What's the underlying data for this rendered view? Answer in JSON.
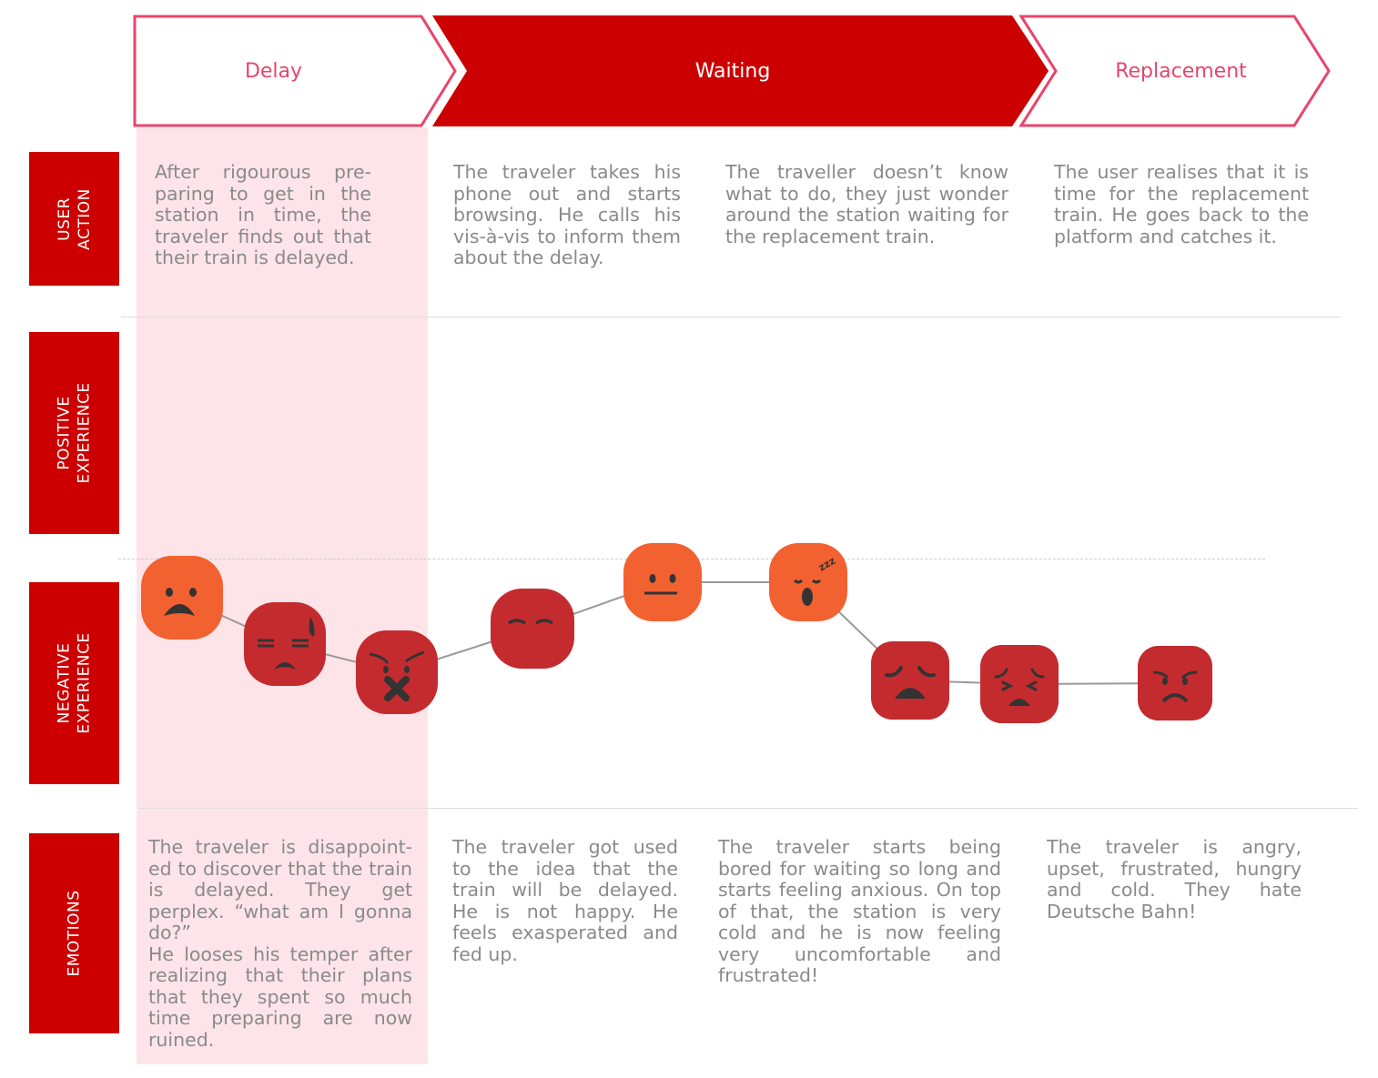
{
  "phases": [
    {
      "label": "Delay"
    },
    {
      "label": "Waiting"
    },
    {
      "label": "Replacement"
    }
  ],
  "rows": {
    "user_action": "USER\nACTION",
    "positive": "POSITIVE\nEXPERIENCE",
    "negative": "NEGATIVE\nEXPERIENCE",
    "emotions": "EMOTIONS"
  },
  "user_actions": [
    "After rigourous pre-paring to get in the station in time, the traveler finds out that their train is delayed.",
    "The traveler takes his phone out and starts browsing. He calls his vis-à-vis to inform them about the delay.",
    "The traveller doesn’t know what to do, they just wonder around the station waiting for the replacement train.",
    "The user realises that it is time for the replacement train. He goes back to the platform and catches it."
  ],
  "emotions": [
    "The traveler is disappoint-ed to discover that the train is delayed. They get perplex. “what am I gonna do?”\nHe looses his temper after realizing that their plans that they spent so much time preparing are now ruined.",
    "The traveler got used to the idea that the train will be delayed. He is not happy. He feels exasperated and fed up.",
    "The traveler starts being bored for waiting so long and starts feeling anxious. On top of that, the station is very cold and he is now feeling very uncomfortable and frustrated!",
    "The traveler is angry, upset, frustrated, hungry and cold. They hate Deutsche Bahn!"
  ],
  "emoji": [
    {
      "icon": "fearful-face-icon",
      "color": "#f26130"
    },
    {
      "icon": "sweat-face-icon",
      "color": "#c32b2f"
    },
    {
      "icon": "silenced-angry-face-icon",
      "color": "#c32b2f"
    },
    {
      "icon": "unamused-face-icon",
      "color": "#c32b2f"
    },
    {
      "icon": "neutral-face-icon",
      "color": "#f26130"
    },
    {
      "icon": "sleepy-face-icon",
      "color": "#f26130"
    },
    {
      "icon": "weary-face-icon",
      "color": "#c32b2f"
    },
    {
      "icon": "persevering-face-icon",
      "color": "#c32b2f"
    },
    {
      "icon": "angry-face-icon",
      "color": "#c32b2f"
    }
  ],
  "colors": {
    "accent": "#cc0000",
    "outline": "#e8456b",
    "highlight": "#fde4e8"
  }
}
